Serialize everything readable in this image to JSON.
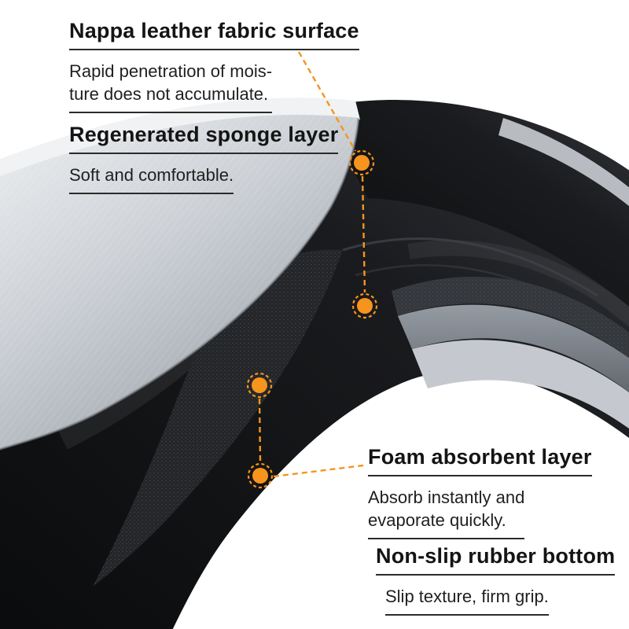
{
  "colors": {
    "accent": "#F7941D",
    "heading_text": "#141414",
    "underline": "#2B2B2B"
  },
  "callouts": {
    "fabric": {
      "title": "Nappa leather fabric surface",
      "line1": "Rapid penetration of mois-",
      "line2": "ture does not accumulate."
    },
    "sponge": {
      "title": "Regenerated sponge layer",
      "line1": "Soft and comfortable."
    },
    "foam": {
      "title": "Foam absorbent layer",
      "line1": "Absorb instantly and",
      "line2": "evaporate quickly."
    },
    "rubber": {
      "title": "Non-slip rubber bottom",
      "line1": "Slip texture, firm grip."
    }
  },
  "markers": [
    {
      "name": "fabric-surface-marker"
    },
    {
      "name": "sponge-layer-marker"
    },
    {
      "name": "foam-layer-marker"
    },
    {
      "name": "rubber-bottom-marker"
    }
  ]
}
